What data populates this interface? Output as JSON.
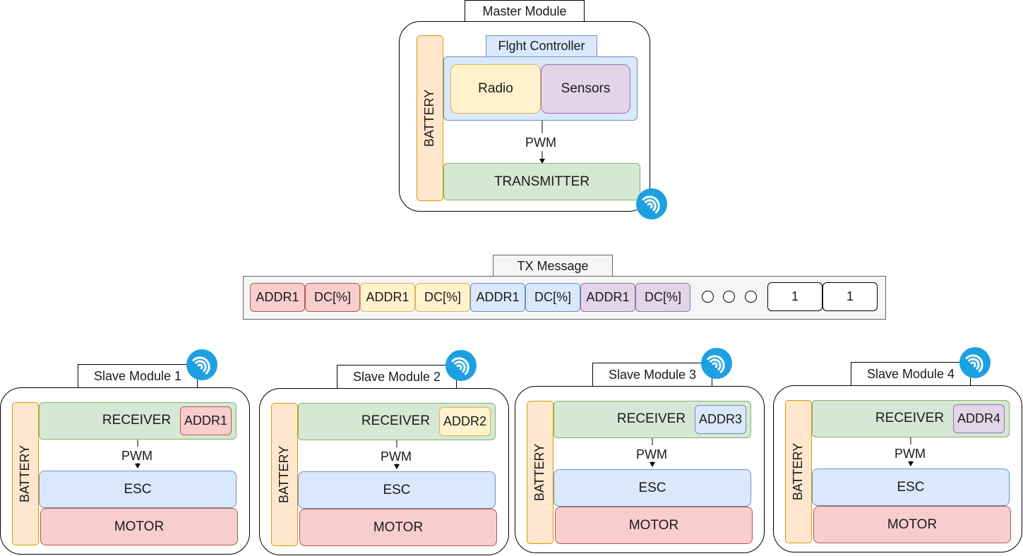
{
  "master": {
    "title": "Master Module",
    "battery": "BATTERY",
    "flight_controller": "Flght Controller",
    "radio": "Radio",
    "sensors": "Sensors",
    "pwm": "PWM",
    "transmitter": "TRANSMITTER"
  },
  "tx": {
    "title": "TX Message",
    "cells": [
      "ADDR1",
      "DC[%]",
      "ADDR1",
      "DC[%]",
      "ADDR1",
      "DC[%]",
      "ADDR1",
      "DC[%]"
    ],
    "trailing": [
      "1",
      "1"
    ]
  },
  "slaves": [
    {
      "title": "Slave Module 1",
      "battery": "BATTERY",
      "receiver": "RECEIVER",
      "addr": "ADDR1",
      "pwm": "PWM",
      "esc": "ESC",
      "motor": "MOTOR"
    },
    {
      "title": "Slave Module 2",
      "battery": "BATTERY",
      "receiver": "RECEIVER",
      "addr": "ADDR2",
      "pwm": "PWM",
      "esc": "ESC",
      "motor": "MOTOR"
    },
    {
      "title": "Slave Module 3",
      "battery": "BATTERY",
      "receiver": "RECEIVER",
      "addr": "ADDR3",
      "pwm": "PWM",
      "esc": "ESC",
      "motor": "MOTOR"
    },
    {
      "title": "Slave Module 4",
      "battery": "BATTERY",
      "receiver": "RECEIVER",
      "addr": "ADDR4",
      "pwm": "PWM",
      "esc": "ESC",
      "motor": "MOTOR"
    }
  ],
  "icons": {
    "wireless": "wireless-signal-icon"
  },
  "colors": {
    "battery": "#ffe6cc",
    "green": "#d5e8d4",
    "blue": "#dae8fc",
    "red": "#f8cecc",
    "yellow": "#fff2cc",
    "purple": "#e1d5e7",
    "wireless": "#1ba1e2"
  }
}
